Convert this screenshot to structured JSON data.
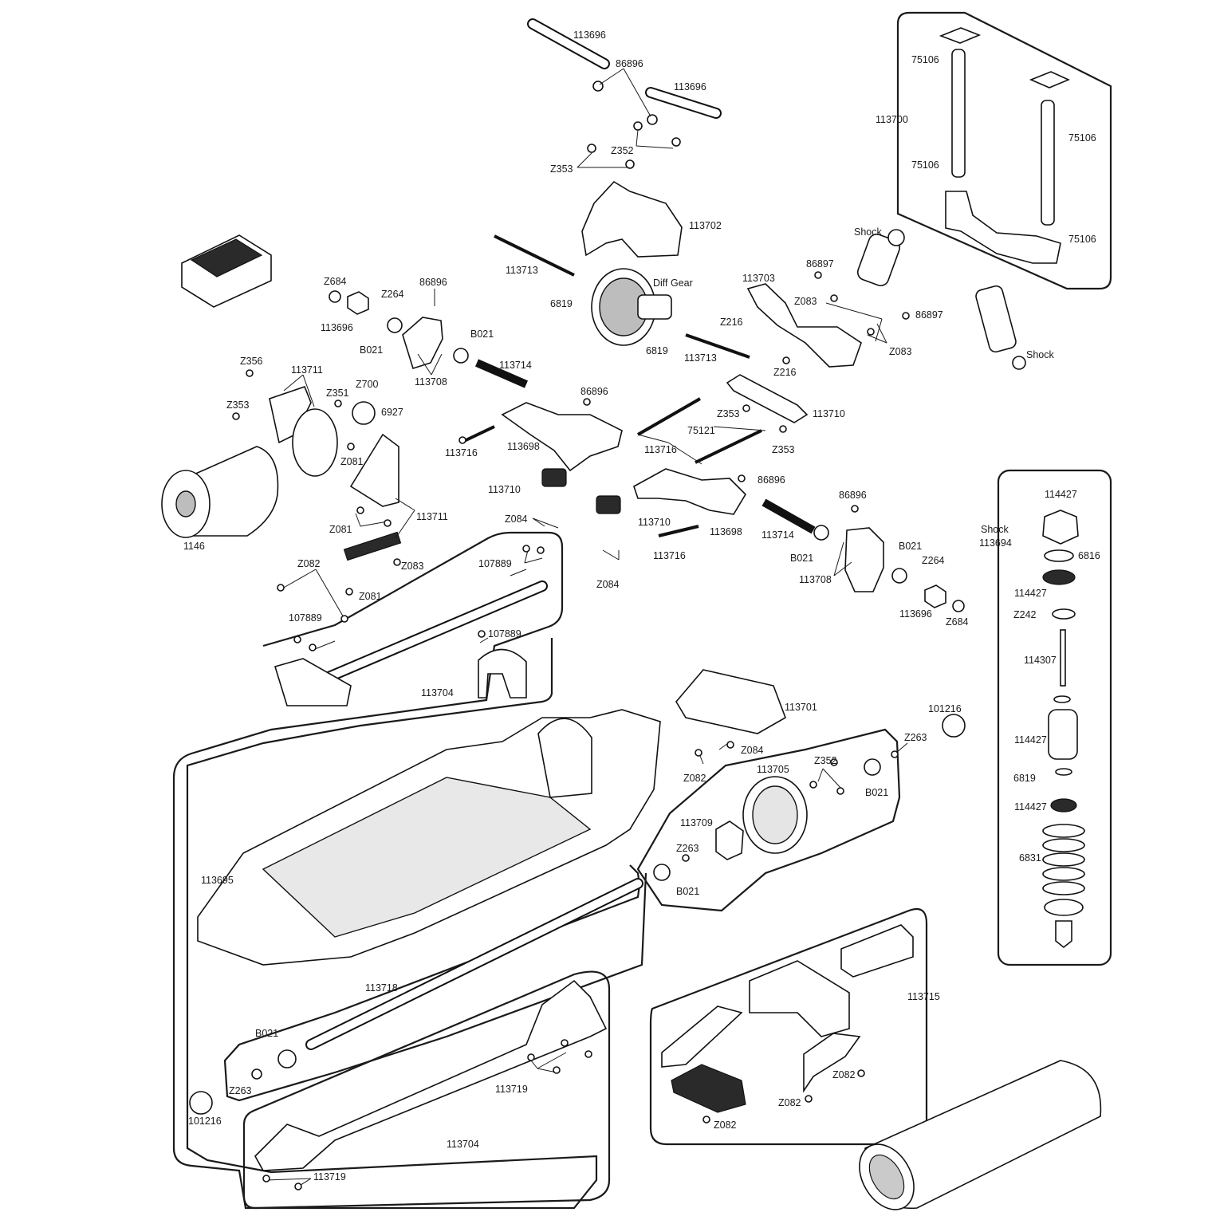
{
  "labels": {
    "113696_a": "113696",
    "86896_a": "86896",
    "113696_b": "113696",
    "z352_a": "Z352",
    "z353_a": "Z353",
    "113702": "113702",
    "113713_a": "113713",
    "6819_a": "6819",
    "diff_gear": "Diff Gear",
    "6819_b": "6819",
    "113713_b": "113713",
    "z684_a": "Z684",
    "z264_a": "Z264",
    "86896_b": "86896",
    "113696_c": "113696",
    "b021_a": "B021",
    "b021_b": "B021",
    "113708_a": "113708",
    "113714_a": "113714",
    "z356": "Z356",
    "113711_a": "113711",
    "z700": "Z700",
    "z351": "Z351",
    "6927": "6927",
    "z353_b": "Z353",
    "z081_a": "Z081",
    "1146": "1146",
    "113711_b": "113711",
    "z081_b": "Z081",
    "z083_a": "Z083",
    "z082_a": "Z082",
    "z081_c": "Z081",
    "86896_c": "86896",
    "113716_a": "113716",
    "113698_a": "113698",
    "113716_b": "113716",
    "75121": "75121",
    "z353_c": "Z353",
    "z353_d": "Z353",
    "113710_a": "113710",
    "113710_b": "113710",
    "z084_a": "Z084",
    "113710_c": "113710",
    "z084_b": "Z084",
    "86896_d": "86896",
    "113698_b": "113698",
    "113716_c": "113716",
    "113714_b": "113714",
    "86896_e": "86896",
    "b021_c": "B021",
    "b021_d": "B021",
    "z264_b": "Z264",
    "113708_b": "113708",
    "113696_d": "113696",
    "z684_b": "Z684",
    "113703": "113703",
    "86897_a": "86897",
    "z083_b": "Z083",
    "86897_b": "86897",
    "z083_c": "Z083",
    "z216_a": "Z216",
    "z216_b": "Z216",
    "shock_a": "Shock",
    "shock_b": "Shock",
    "75106_a": "75106",
    "113700": "113700",
    "75106_b": "75106",
    "75106_c": "75106",
    "75106_d": "75106",
    "107889_a": "107889",
    "107889_b": "107889",
    "107889_c": "107889",
    "113704_a": "113704",
    "113701": "113701",
    "101216_a": "101216",
    "z263_a": "Z263",
    "z084_c": "Z084",
    "z082_b": "Z082",
    "z352_b": "Z352",
    "113705": "113705",
    "b021_e": "B021",
    "113709": "113709",
    "z263_b": "Z263",
    "b021_f": "B021",
    "113695": "113695",
    "113718": "113718",
    "b021_g": "B021",
    "z263_c": "Z263",
    "101216_b": "101216",
    "113719_a": "113719",
    "113704_b": "113704",
    "113719_b": "113719",
    "113715": "113715",
    "z082_c": "Z082",
    "z082_d": "Z082",
    "z082_e": "Z082",
    "shock_kit_title": "Shock",
    "shock_kit_number": "113694",
    "114427_a": "114427",
    "6816": "6816",
    "114427_b": "114427",
    "z242": "Z242",
    "114307": "114307",
    "114427_c": "114427",
    "6819_c": "6819",
    "114427_d": "114427",
    "6831": "6831"
  }
}
